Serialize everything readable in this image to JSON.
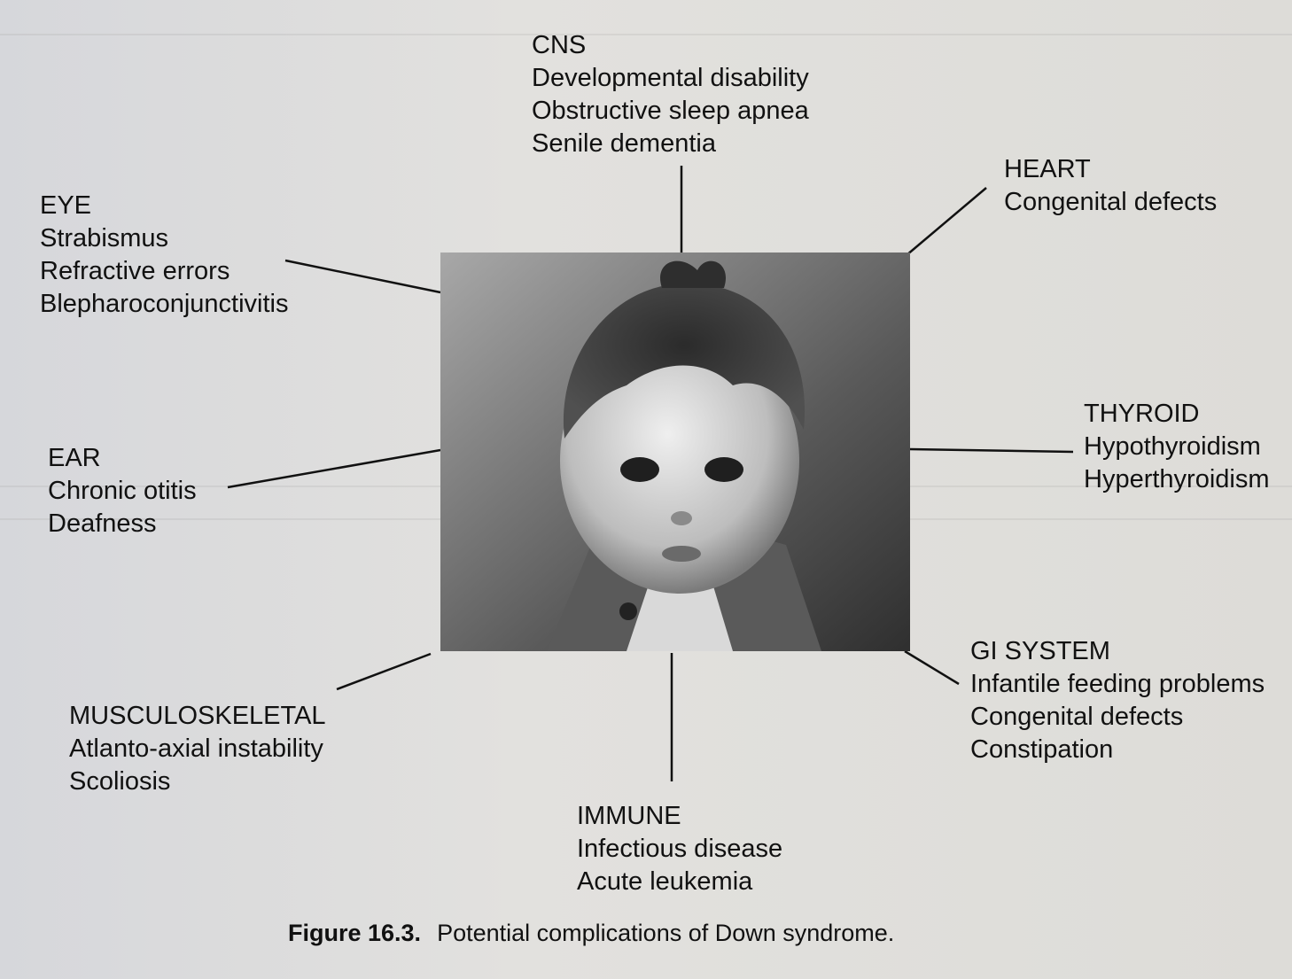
{
  "diagram": {
    "cns": {
      "heading": "CNS",
      "items": [
        "Developmental disability",
        "Obstructive sleep apnea",
        "Senile dementia"
      ]
    },
    "heart": {
      "heading": "HEART",
      "items": [
        "Congenital defects"
      ]
    },
    "eye": {
      "heading": "EYE",
      "items": [
        "Strabismus",
        "Refractive errors",
        "Blepharoconjunctivitis"
      ]
    },
    "thyroid": {
      "heading": "THYROID",
      "items": [
        "Hypothyroidism",
        "Hyperthyroidism"
      ]
    },
    "ear": {
      "heading": "EAR",
      "items": [
        "Chronic otitis",
        "Deafness"
      ]
    },
    "gi": {
      "heading": "GI SYSTEM",
      "items": [
        "Infantile feeding problems",
        "Congenital defects",
        "Constipation"
      ]
    },
    "musculoskeletal": {
      "heading": "MUSCULOSKELETAL",
      "items": [
        "Atlanto-axial instability",
        "Scoliosis"
      ]
    },
    "immune": {
      "heading": "IMMUNE",
      "items": [
        "Infectious disease",
        "Acute leukemia"
      ]
    }
  },
  "caption": {
    "figure_number": "Figure 16.3.",
    "text": "Potential complications of Down syndrome."
  },
  "colors": {
    "ink": "#111111",
    "page": "#dcdcda",
    "photo_dark": "#3d3d3d"
  }
}
